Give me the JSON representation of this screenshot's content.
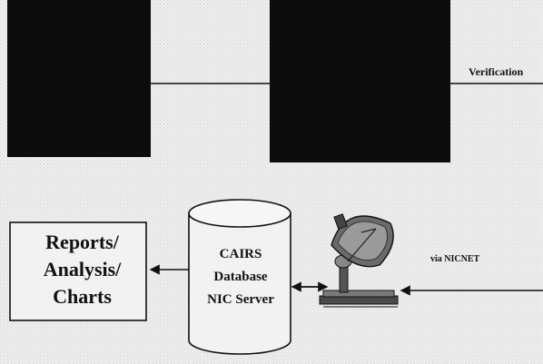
{
  "diagram": {
    "top_row": {
      "arrow_label": "Verification"
    },
    "bottom_row": {
      "reports_box": {
        "lines": [
          "Reports/",
          "Analysis/",
          "Charts"
        ]
      },
      "database": {
        "lines": [
          "CAIRS",
          "Database",
          "NIC Server"
        ]
      },
      "satellite_icon": "satellite-dish-icon",
      "link_label": "via NICNET"
    },
    "colors": {
      "background": "#ededed",
      "dark_box": "#0c0c0c",
      "line": "#111111"
    }
  }
}
